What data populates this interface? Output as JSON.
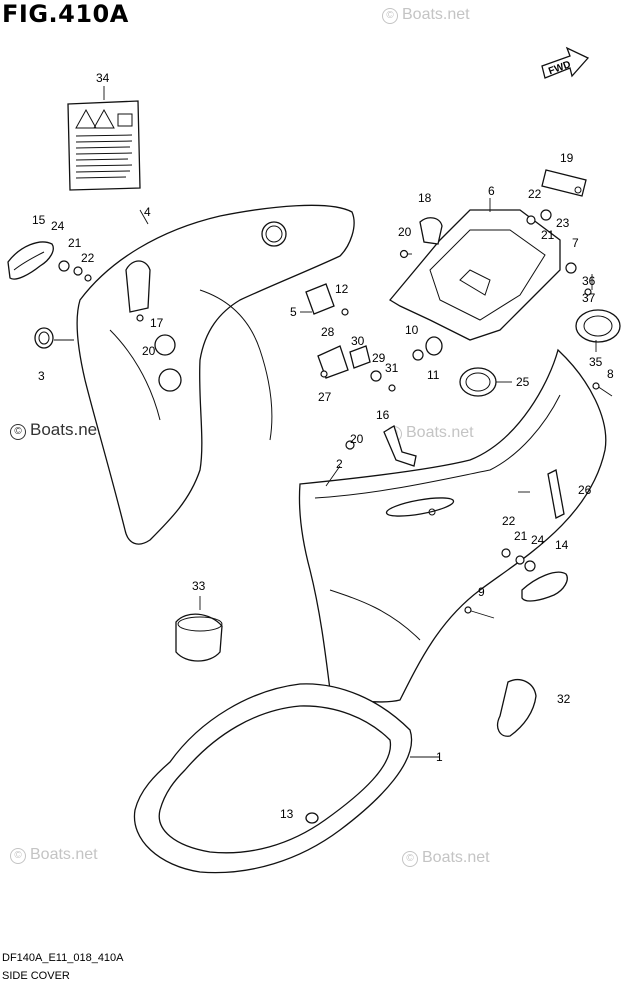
{
  "figure": {
    "title": "FIG.410A",
    "code": "DF140A_E11_018_410A",
    "caption": "SIDE COVER"
  },
  "watermarks": {
    "top": "Boats.net",
    "mid_left": "Boats.net",
    "mid_right": "Boats.net",
    "bottom_left": "Boats.net",
    "bottom_right": "Boats.net",
    "copyright_symbol": "©"
  },
  "direction_badge": "FWD",
  "callouts": {
    "p1": "1",
    "p2": "2",
    "p3": "3",
    "p4": "4",
    "p5": "5",
    "p6": "6",
    "p7": "7",
    "p8": "8",
    "p9": "9",
    "p10": "10",
    "p11": "11",
    "p12": "12",
    "p13": "13",
    "p14": "14",
    "p15": "15",
    "p16": "16",
    "p17": "17",
    "p18": "18",
    "p19": "19",
    "p20a": "20",
    "p20b": "20",
    "p20c": "20",
    "p21a": "21",
    "p21b": "21",
    "p21c": "21",
    "p22a": "22",
    "p22b": "22",
    "p22c": "22",
    "p23": "23",
    "p24a": "24",
    "p24b": "24",
    "p25": "25",
    "p26": "26",
    "p27": "27",
    "p28": "28",
    "p29": "29",
    "p30": "30",
    "p31": "31",
    "p32": "32",
    "p33": "33",
    "p34": "34",
    "p35": "35",
    "p36": "36",
    "p37": "37"
  },
  "icons": [
    "warning-label-icon",
    "fwd-arrow-icon"
  ]
}
